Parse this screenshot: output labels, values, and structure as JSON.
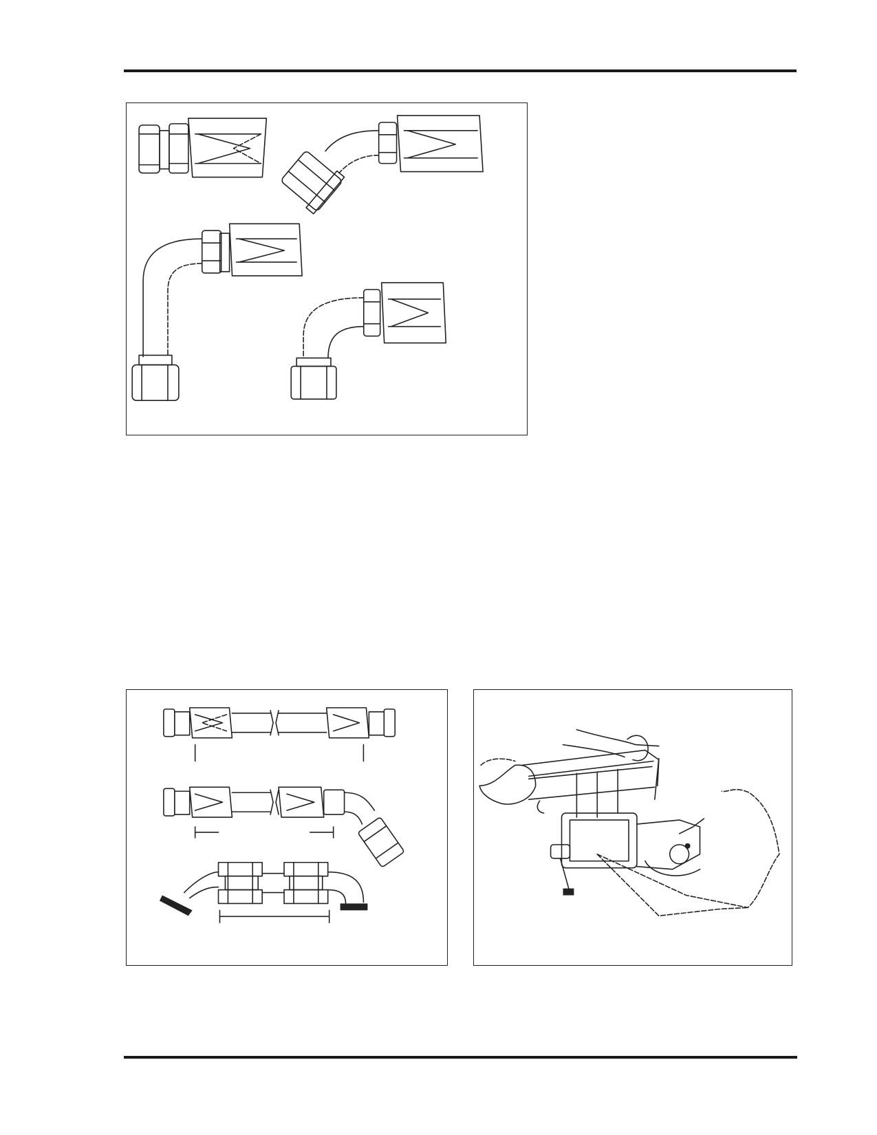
{
  "page": {
    "figures": [
      {
        "id": "fig1",
        "subject": "hose-end-fittings"
      },
      {
        "id": "fig2",
        "subject": "hose-length-measurement"
      },
      {
        "id": "fig3",
        "subject": "hose-cutting-in-vise"
      }
    ],
    "colors": {
      "ink": "#222222",
      "paper": "#ffffff",
      "rule": "#1a1a1a"
    }
  }
}
